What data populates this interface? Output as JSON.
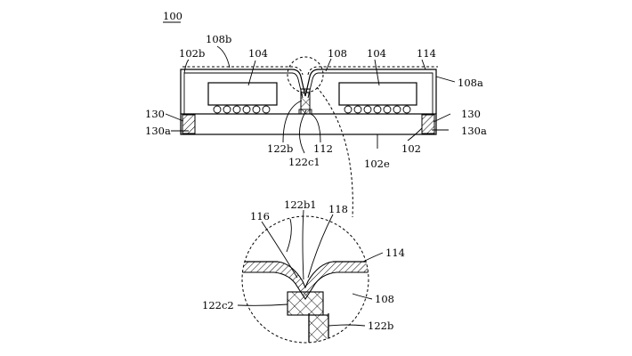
{
  "figure": {
    "ref_main": "100",
    "labels": {
      "l108b": "108b",
      "l102b": "102b",
      "l104a": "104",
      "l108": "108",
      "l104b": "104",
      "l114": "114",
      "l108a": "108a",
      "l130L": "130",
      "l130aL": "130a",
      "l130R": "130",
      "l130aR": "130a",
      "l122b": "122b",
      "l122c1": "122c1",
      "l112": "112",
      "l102": "102",
      "l102e": "102e",
      "d122b1": "122b1",
      "d116": "116",
      "d118": "118",
      "d114": "114",
      "d108": "108",
      "d122c2": "122c2",
      "d122b": "122b"
    }
  }
}
